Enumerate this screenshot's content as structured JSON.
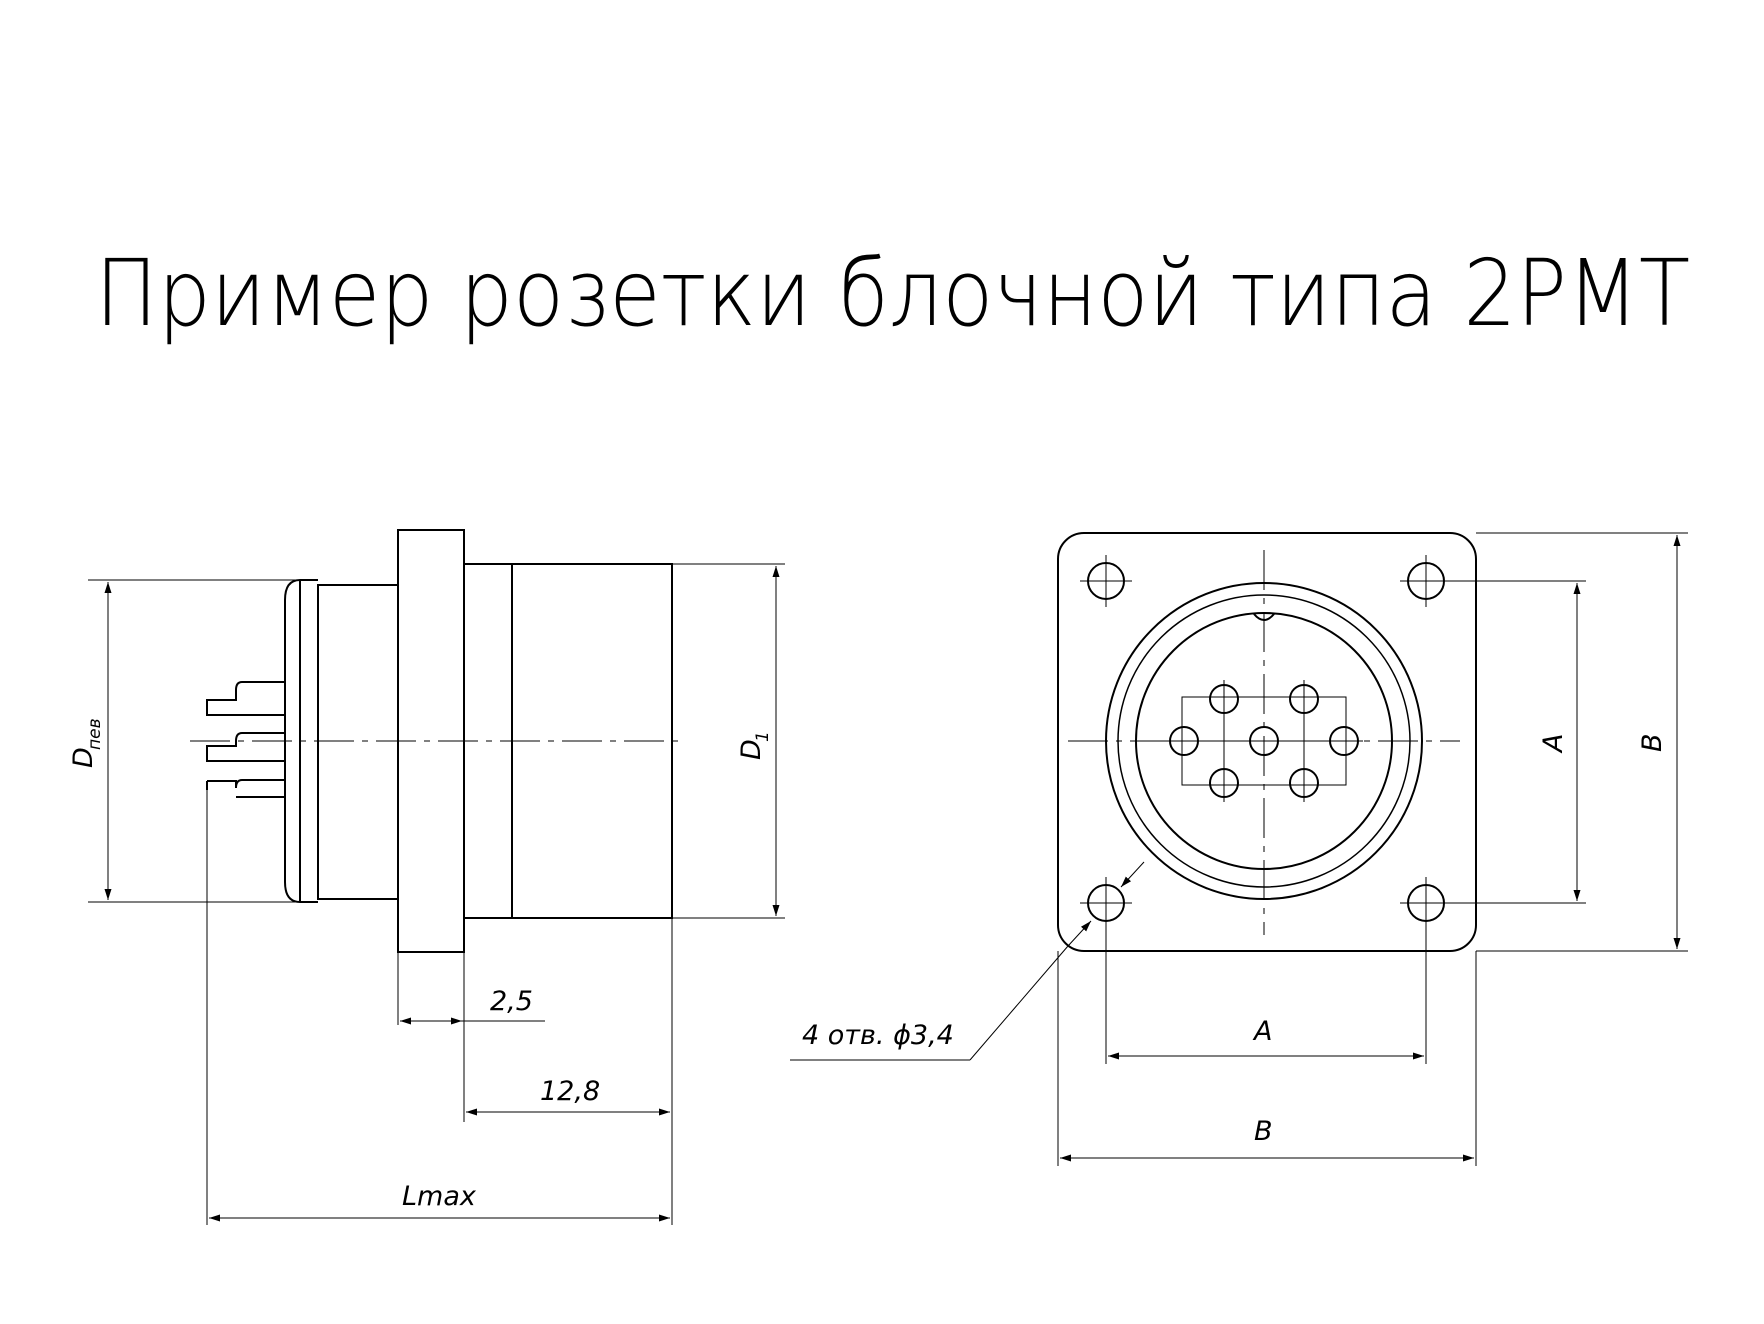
{
  "title": "Пример розетки блочной типа 2РМТ",
  "side_view": {
    "d_main": "D",
    "d_sub": "пев",
    "d1_main": "D",
    "d1_sub": "1",
    "dim_2_5": "2,5",
    "dim_12_8": "12,8",
    "dim_lmax": "Lmax"
  },
  "front_view": {
    "holes_note": "4 отв. ϕ3,4",
    "dim_a_horizontal": "A",
    "dim_b_horizontal": "B",
    "dim_a_vertical": "A",
    "dim_b_vertical": "B"
  }
}
